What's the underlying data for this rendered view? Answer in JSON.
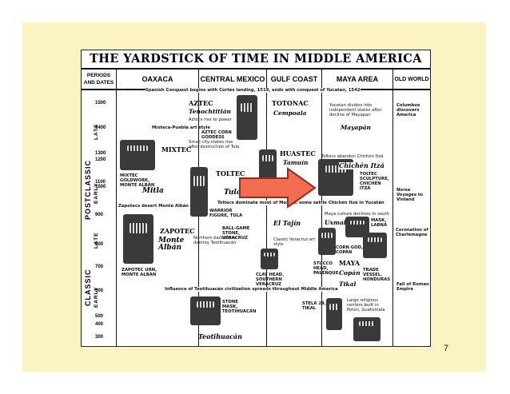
{
  "title": "THE YARDSTICK OF TIME IN MIDDLE AMERICA",
  "columns": {
    "periods": "PERIODS AND DATES",
    "oaxaca": "OAXACA",
    "central_mexico": "CENTRAL MEXICO",
    "gulf_coast": "GULF COAST",
    "maya_area": "MAYA AREA",
    "old_world": "OLD WORLD"
  },
  "periods": {
    "postclassic": "POSTCLASSIC",
    "classic": "CLASSIC",
    "pc_early": "EARLY",
    "pc_late": "LATE",
    "c_early": "EARLY",
    "c_late": "LATE"
  },
  "ticks": [
    "1500",
    "1400",
    "1300",
    "1200",
    "1100",
    "1000",
    "900",
    "800",
    "700",
    "600",
    "500",
    "400",
    "300"
  ],
  "spans": {
    "spanish": "Spanish Conquest begins with Cortés landing, 1519, ends with conquest of Yucatan, 1542",
    "toltec": "Toltecs dominate most of Mexico; some settle Chichén Itzá in Yucatán",
    "teotihuacan": "Influence of Teotihuacán civilization spreads throughout Middle America"
  },
  "oaxaca": {
    "mixteca": "Mixteca-Puebla art style",
    "mixtec": "MIXTEC",
    "goldwork": "MIXTEC GOLDWORK, MONTE ALBÁN",
    "mitla": "Mitla",
    "zap_desert": "Zapotecs desert Monte Albán",
    "zapotec": "ZAPOTEC",
    "monte_alban": "Monte Albán",
    "urn": "ZAPOTEC URN, MONTE ALBÁN"
  },
  "central": {
    "aztec": "AZTEC",
    "tenochtitlan": "Tenochtitlán",
    "aztecs_rise": "Aztecs rise to power",
    "corn_goddess": "AZTEC CORN GODDESS",
    "city_states": "Small city-states rise after destruction of Tula",
    "toltec": "TOLTEC",
    "tula": "Tula",
    "warrior": "WARRIOR FIGURE, TULA",
    "northern": "Northern barbarians destroy Teotihuacán",
    "stone_mask": "STONE MASK, TEOTIHUACÁN",
    "teotihuacan": "Teotihuacán"
  },
  "gulf": {
    "totonac": "TOTONAC",
    "cempoala": "Cempoala",
    "huastec": "HUASTEC",
    "tamuin": "Tamuín",
    "el_tajin": "El Tajín",
    "ballgame": "BALL-GAME STONE, VERACRUZ",
    "classic_vc": "Classic Veracruz art style",
    "clay_head": "CLAY HEAD, SOUTHERN VERACRUZ"
  },
  "maya": {
    "yucatan_divides": "Yucatan divides into independent states after decline of Mayapan",
    "mayapan": "Mayapán",
    "toltecs_abandon": "Toltecs abandon Chichén Itzá",
    "chichen": "Chichén Itzá",
    "sculpture": "TOLTEC SCULPTURE, CHICHÉN ITZÁ",
    "culture_south": "Maya culture declines in south",
    "uxmal": "Uxmal",
    "mask_labna": "MASK, LABNÁ",
    "corn_god": "CORN GOD, COPÁN",
    "stucco": "STUCCO HEAD, PALENQUE",
    "maya": "MAYA",
    "copan": "Copán",
    "tikal": "Tikal",
    "trade_vessel": "TRADE VESSEL, HONDURAS",
    "stela": "STELA 29, TIKAL",
    "large_centers": "Large religious centers built in Petén, Guatemala"
  },
  "old_world": {
    "columbus": "Columbus discovers America",
    "norse": "Norse Voyages to Vinland",
    "coronation": "Coronation of Charlemagne",
    "rome": "Fall of Roman Empire"
  },
  "page_number": "7",
  "colors": {
    "slide_bg": "#fbf3c2",
    "arrow_fill": "#f36b50",
    "arrow_stroke": "#9a2b1a"
  }
}
